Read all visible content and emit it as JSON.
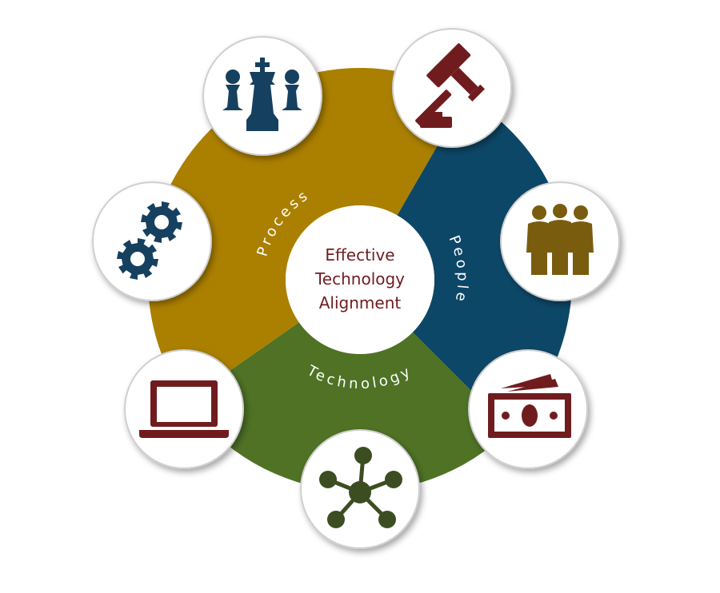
{
  "center": {
    "lines": [
      "Effective",
      "Technology",
      "Alignment"
    ]
  },
  "segments": [
    {
      "label": "Process",
      "color": "#ab8000"
    },
    {
      "label": "People",
      "color": "#0d4767"
    },
    {
      "label": "Technology",
      "color": "#4f7225"
    }
  ],
  "icons": [
    {
      "name": "chess-pieces-icon",
      "color": "#16405f"
    },
    {
      "name": "gavel-icon",
      "color": "#701c1f"
    },
    {
      "name": "people-group-icon",
      "color": "#7a5c0f"
    },
    {
      "name": "money-icon",
      "color": "#701c1f"
    },
    {
      "name": "network-hub-icon",
      "color": "#3d4d22"
    },
    {
      "name": "laptop-icon",
      "color": "#701c1f"
    },
    {
      "name": "gears-icon",
      "color": "#16405f"
    }
  ]
}
